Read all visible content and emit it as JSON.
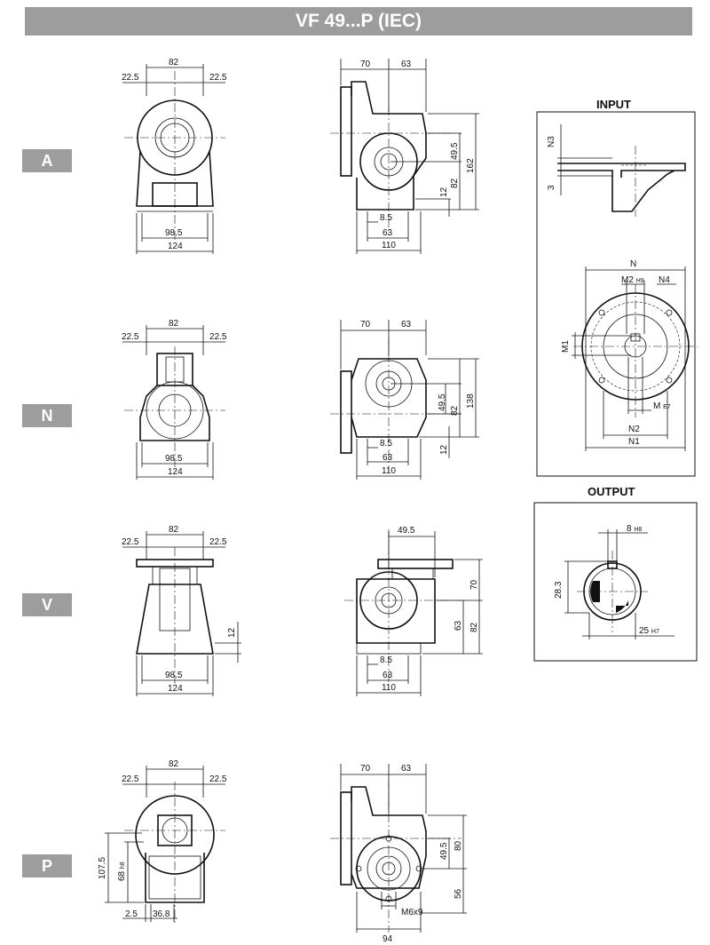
{
  "title": "VF 49...P (IEC)",
  "version_labels": [
    "A",
    "N",
    "V",
    "P"
  ],
  "input": {
    "heading": "INPUT",
    "labels": {
      "n3": "N3",
      "three": "3",
      "n": "N",
      "m2": "M2",
      "m2_tol": "H9",
      "n4": "N4",
      "m1": "M1",
      "m": "M",
      "m_tol": "E7",
      "n2": "N2",
      "n1": "N1"
    }
  },
  "output": {
    "heading": "OUTPUT",
    "labels": {
      "key": "8",
      "key_tol": "H8",
      "height": "28.3",
      "bore": "25",
      "bore_tol": "H7"
    }
  },
  "dims": {
    "a": {
      "w82": "82",
      "l225": "22.5",
      "r225": "22.5",
      "d985": "98.5",
      "d124": "124",
      "d70": "70",
      "d63t": "63",
      "d495": "49.5",
      "d162": "162",
      "d12": "12",
      "d82v": "82",
      "d85": "8.5",
      "d63b": "63",
      "d110": "110"
    },
    "n": {
      "w82": "82",
      "l225": "22.5",
      "r225": "22.5",
      "d985": "98.5",
      "d124": "124",
      "d70": "70",
      "d63t": "63",
      "d495": "49.5",
      "d82v": "82",
      "d138": "138",
      "d12": "12",
      "d85": "8.5",
      "d63b": "63",
      "d110": "110"
    },
    "v": {
      "w82": "82",
      "l225": "22.5",
      "r225": "22.5",
      "d12": "12",
      "d985": "98.5",
      "d124": "124",
      "d495": "49.5",
      "d70": "70",
      "d63v": "63",
      "d82v": "82",
      "d85": "8.5",
      "d63b": "63",
      "d110": "110"
    },
    "p": {
      "w82": "82",
      "l225": "22.5",
      "r225": "22.5",
      "d1075": "107.5",
      "d68": "68",
      "d68_tol": "h8",
      "d25": "2.5",
      "d368": "36.8",
      "d70": "70",
      "d63t": "63",
      "d495": "49.5",
      "d80": "80",
      "d56": "56",
      "m6": "M6x9",
      "d94": "94"
    }
  }
}
